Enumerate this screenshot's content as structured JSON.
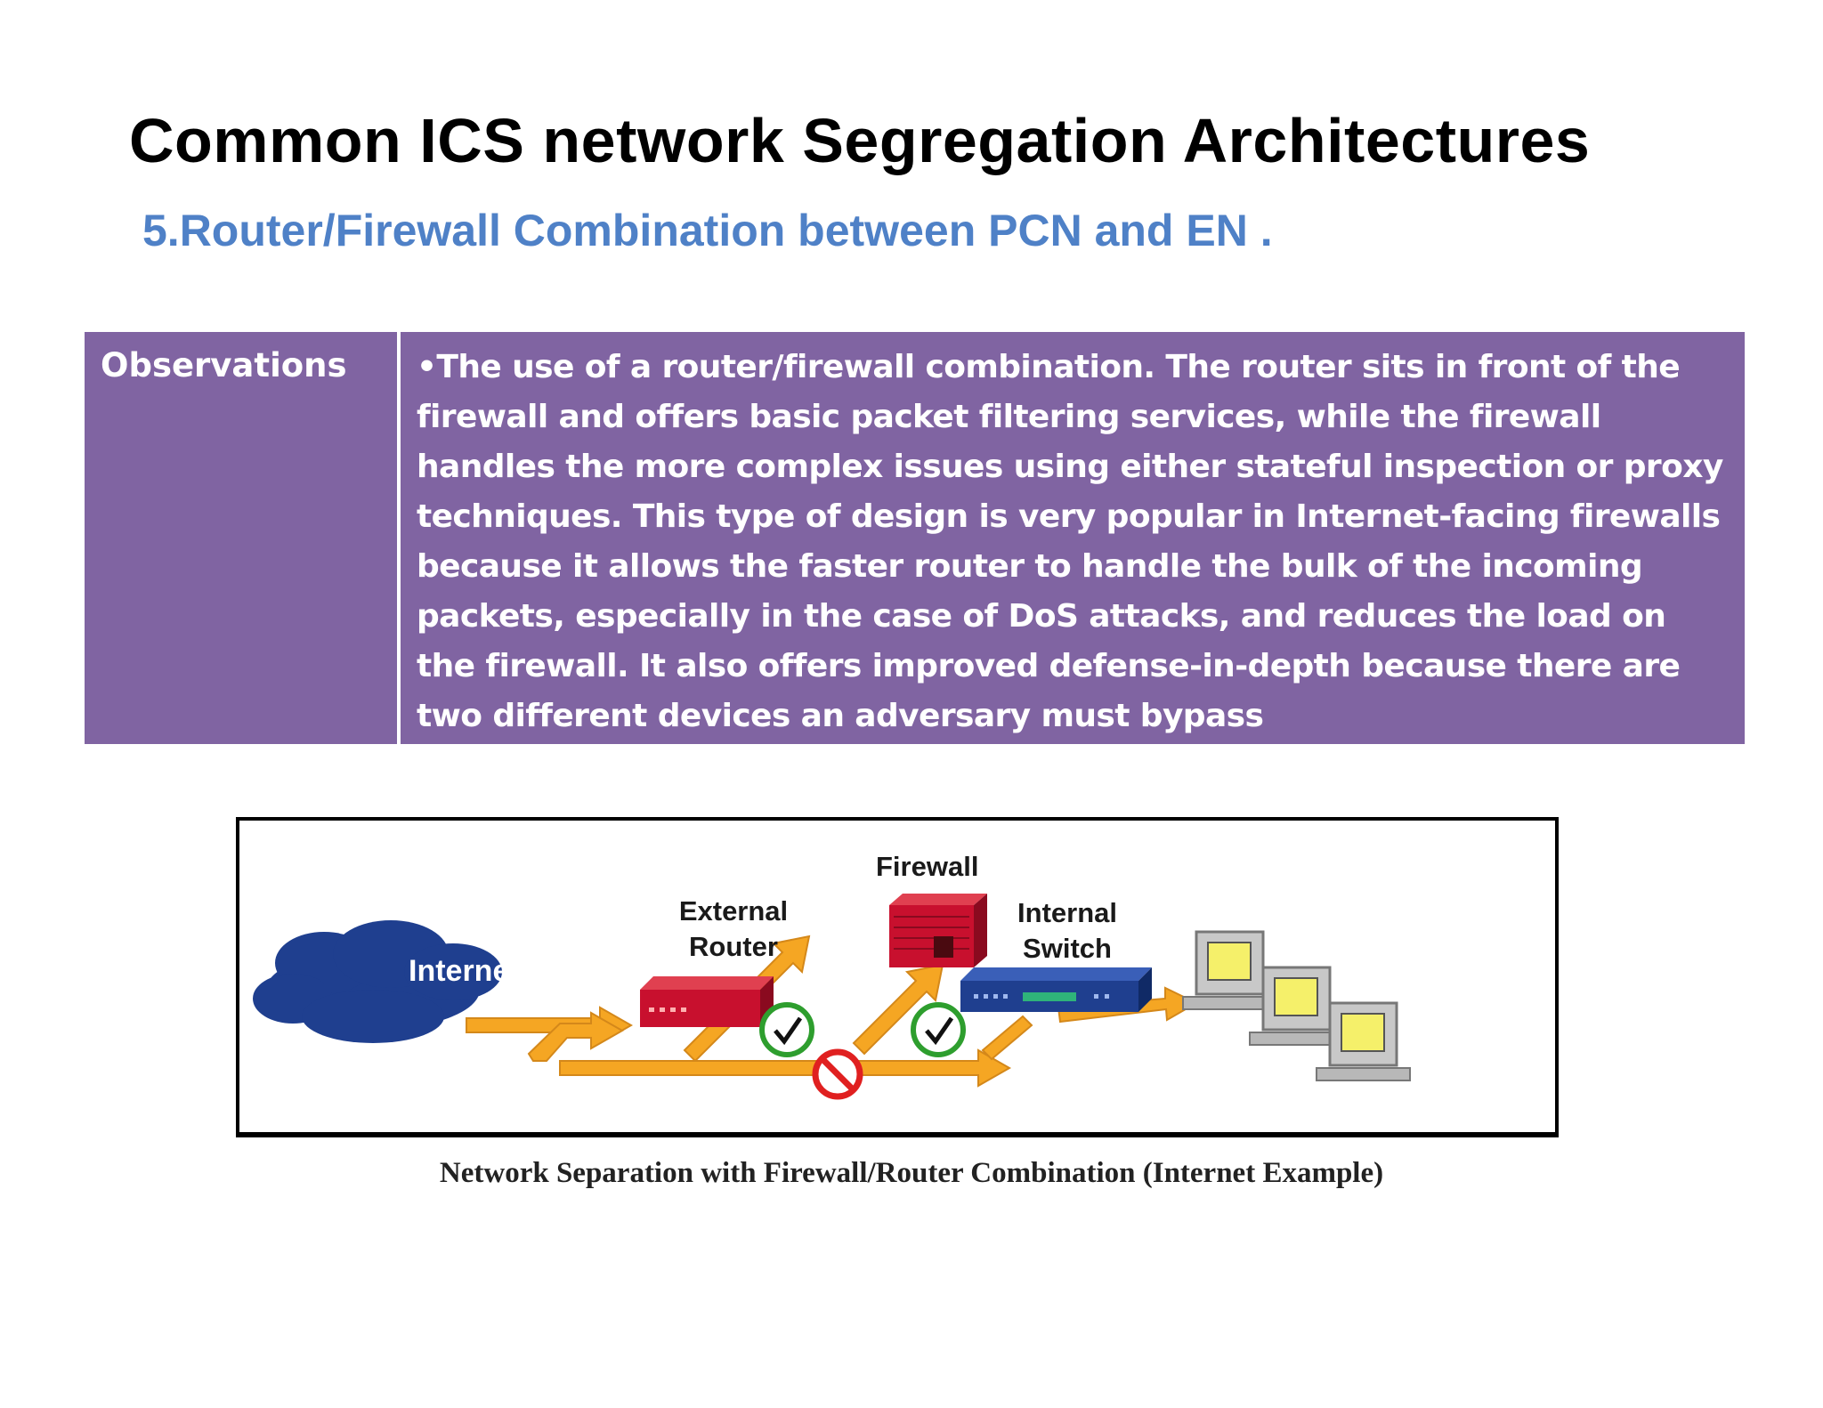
{
  "slide": {
    "title": "Common ICS network  Segregation Architectures",
    "subtitle": "5.Router/Firewall Combination between PCN and EN ."
  },
  "observations": {
    "label": "Observations",
    "text": "•The use of a router/firewall combination. The router sits in front of the firewall and offers basic packet filtering services, while the firewall handles the more complex issues using either stateful inspection or proxy techniques. This type of design is very popular in Internet-facing firewalls because it allows the faster router to handle the bulk of the incoming packets, especially in the case of DoS attacks, and reduces the load on the firewall. It also offers improved defense-in-depth because there are two different devices an adversary must bypass"
  },
  "diagram": {
    "internet_label": "Internet",
    "router_label": "External Router",
    "firewall_label": "Firewall",
    "switch_label": "Internal Switch",
    "caption": "Network Separation with Firewall/Router Combination (Internet Example)"
  },
  "colors": {
    "title": "#000000",
    "subtitle": "#4f81c7",
    "table_bg": "#8064a2",
    "table_text": "#ffffff",
    "arrow": "#f5a623",
    "check": "#2e9e2e",
    "deny": "#e02020",
    "cloud": "#1f3f8f",
    "router": "#c8102e",
    "switch": "#1f3f8f"
  },
  "icons": [
    "internet-cloud-icon",
    "router-icon",
    "firewall-icon",
    "switch-icon",
    "check-icon",
    "deny-icon",
    "computer-icon"
  ]
}
